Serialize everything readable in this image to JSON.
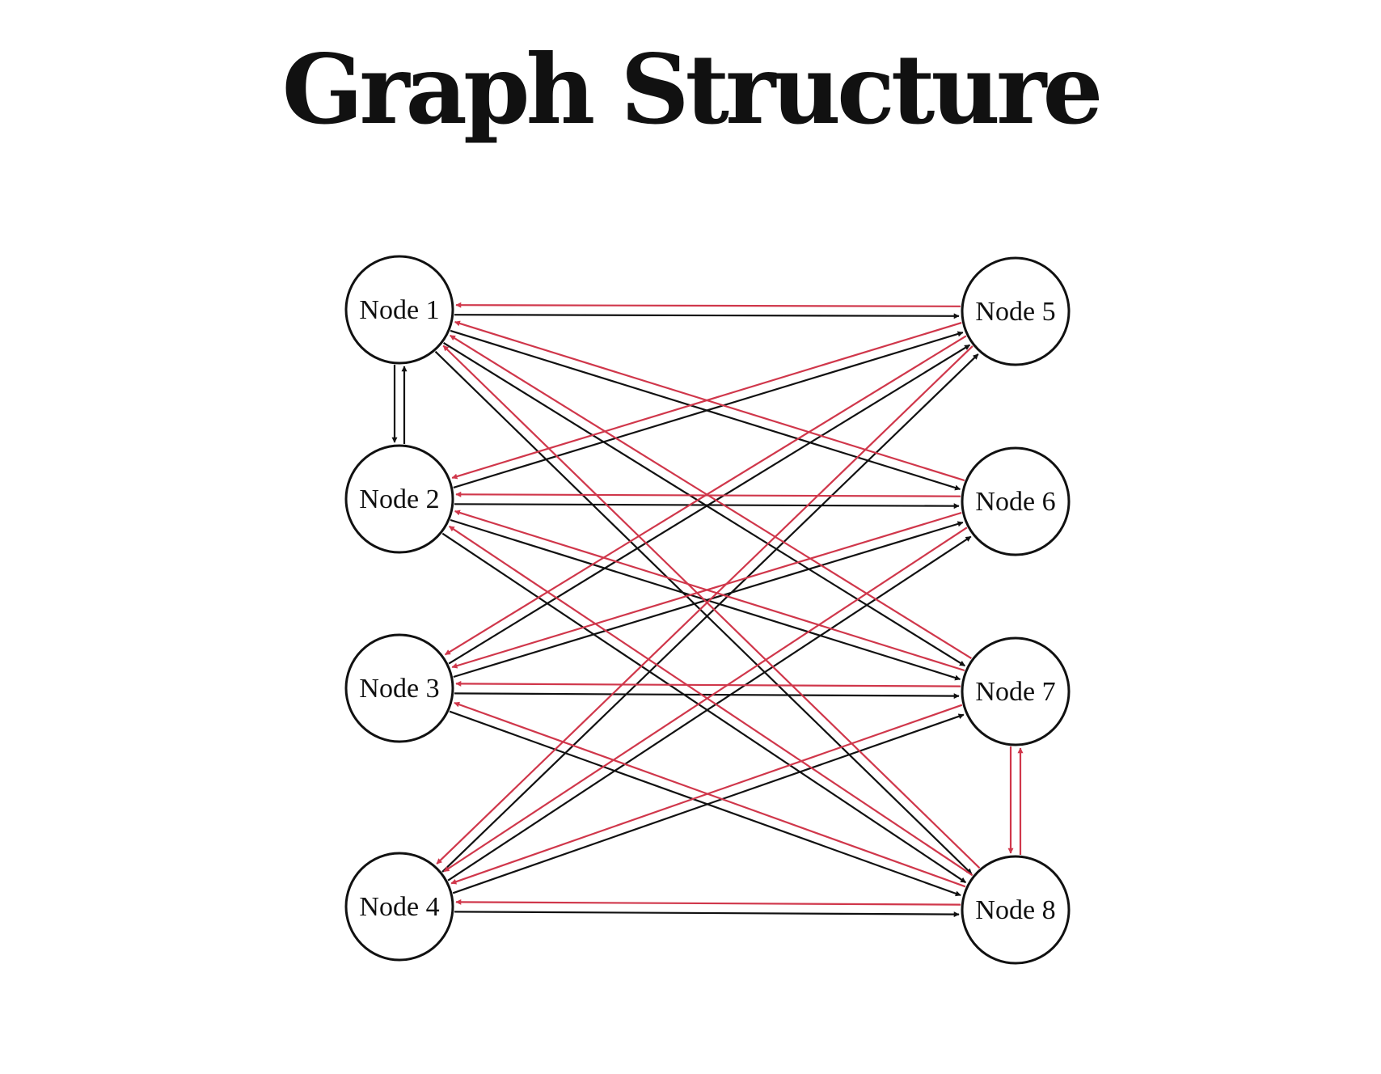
{
  "title": "Graph Structure",
  "colors": {
    "black_edge": "#111111",
    "red_edge": "#d0374b",
    "node_stroke": "#111111",
    "background": "#ffffff"
  },
  "nodes": [
    {
      "id": "n1",
      "label": "Node 1"
    },
    {
      "id": "n2",
      "label": "Node 2"
    },
    {
      "id": "n3",
      "label": "Node 3"
    },
    {
      "id": "n4",
      "label": "Node 4"
    },
    {
      "id": "n5",
      "label": "Node 5"
    },
    {
      "id": "n6",
      "label": "Node 6"
    },
    {
      "id": "n7",
      "label": "Node 7"
    },
    {
      "id": "n8",
      "label": "Node 8"
    }
  ],
  "edges": [
    {
      "from": "n1",
      "to": "n5",
      "color": "black"
    },
    {
      "from": "n1",
      "to": "n6",
      "color": "black"
    },
    {
      "from": "n1",
      "to": "n7",
      "color": "black"
    },
    {
      "from": "n1",
      "to": "n8",
      "color": "black"
    },
    {
      "from": "n1",
      "to": "n2",
      "color": "black"
    },
    {
      "from": "n2",
      "to": "n1",
      "color": "black"
    },
    {
      "from": "n2",
      "to": "n5",
      "color": "black"
    },
    {
      "from": "n2",
      "to": "n6",
      "color": "black"
    },
    {
      "from": "n2",
      "to": "n7",
      "color": "black"
    },
    {
      "from": "n2",
      "to": "n8",
      "color": "black"
    },
    {
      "from": "n3",
      "to": "n5",
      "color": "black"
    },
    {
      "from": "n3",
      "to": "n6",
      "color": "black"
    },
    {
      "from": "n3",
      "to": "n7",
      "color": "black"
    },
    {
      "from": "n3",
      "to": "n8",
      "color": "black"
    },
    {
      "from": "n4",
      "to": "n5",
      "color": "black"
    },
    {
      "from": "n4",
      "to": "n6",
      "color": "black"
    },
    {
      "from": "n4",
      "to": "n7",
      "color": "black"
    },
    {
      "from": "n4",
      "to": "n8",
      "color": "black"
    },
    {
      "from": "n5",
      "to": "n1",
      "color": "red"
    },
    {
      "from": "n5",
      "to": "n2",
      "color": "red"
    },
    {
      "from": "n5",
      "to": "n3",
      "color": "red"
    },
    {
      "from": "n5",
      "to": "n4",
      "color": "red"
    },
    {
      "from": "n6",
      "to": "n1",
      "color": "red"
    },
    {
      "from": "n6",
      "to": "n2",
      "color": "red"
    },
    {
      "from": "n6",
      "to": "n3",
      "color": "red"
    },
    {
      "from": "n6",
      "to": "n4",
      "color": "red"
    },
    {
      "from": "n7",
      "to": "n1",
      "color": "red"
    },
    {
      "from": "n7",
      "to": "n2",
      "color": "red"
    },
    {
      "from": "n7",
      "to": "n3",
      "color": "red"
    },
    {
      "from": "n7",
      "to": "n4",
      "color": "red"
    },
    {
      "from": "n7",
      "to": "n8",
      "color": "red"
    },
    {
      "from": "n8",
      "to": "n7",
      "color": "red"
    },
    {
      "from": "n8",
      "to": "n1",
      "color": "red"
    },
    {
      "from": "n8",
      "to": "n2",
      "color": "red"
    },
    {
      "from": "n8",
      "to": "n3",
      "color": "red"
    },
    {
      "from": "n8",
      "to": "n4",
      "color": "red"
    }
  ]
}
